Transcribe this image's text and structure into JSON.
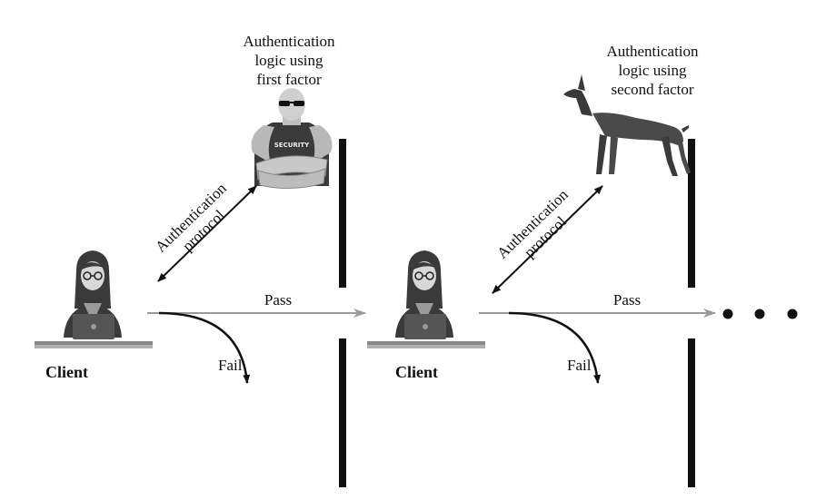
{
  "guards": [
    {
      "caption_lines": [
        "Authentication",
        "logic using",
        "first factor"
      ],
      "figure_icon": "security-guard-icon"
    },
    {
      "caption_lines": [
        "Authentication",
        "logic using",
        "second factor"
      ],
      "figure_icon": "doberman-dog-icon"
    }
  ],
  "clients": [
    {
      "label": "Client",
      "figure_icon": "client-person-laptop-icon"
    },
    {
      "label": "Client",
      "figure_icon": "client-person-laptop-icon"
    }
  ],
  "protocol_label_lines": [
    "Authentication",
    "protocol"
  ],
  "pass_label": "Pass",
  "fail_label": "Fail",
  "continuation_icon": "ellipsis-dots-icon",
  "colors": {
    "arrow_main": "#111111",
    "pass_arrow": "#9a9a9a",
    "gate_bar": "#111111",
    "figure_dark": "#3a3a3a",
    "figure_mid": "#8a8a8a",
    "figure_light": "#c8c8c8"
  }
}
